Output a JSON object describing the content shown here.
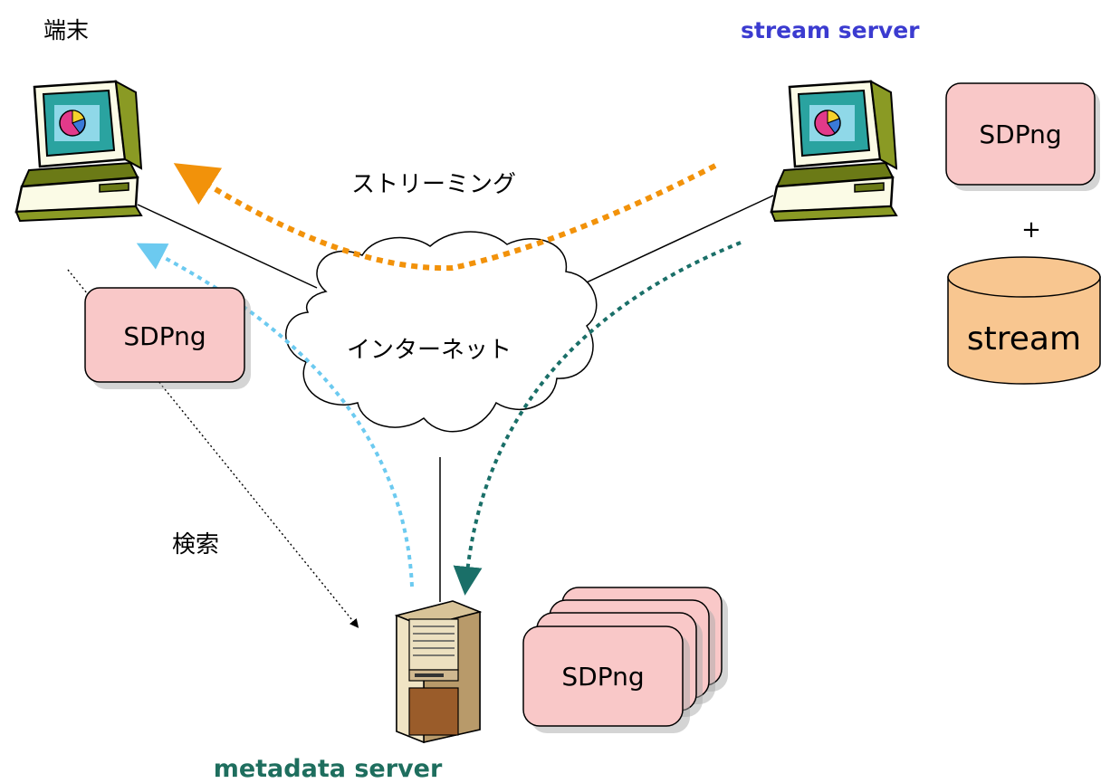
{
  "labels": {
    "terminal": "端末",
    "stream_server": "stream server",
    "metadata_server": "metadata server",
    "streaming": "ストリーミング",
    "internet": "インターネット",
    "search": "検索",
    "plus": "+"
  },
  "cards": {
    "stream_server_sdp": "SDPng",
    "terminal_sdp": "SDPng",
    "metadata_sdp": "SDPng"
  },
  "database": {
    "label": "stream"
  },
  "colors": {
    "stream_server_label": "#3b3bd0",
    "metadata_server_label": "#1e6e5e",
    "card_fill": "#f9c8c8",
    "db_fill": "#f8c690",
    "streaming_arrow": "#f2920a",
    "response_arrow": "#6ccaf0",
    "request_arrow": "#1a6f68",
    "search_arrow": "#000000"
  },
  "icons": [
    "terminal-computer-icon",
    "stream-server-computer-icon",
    "metadata-server-tower-icon",
    "internet-cloud-icon",
    "stream-database-icon"
  ]
}
